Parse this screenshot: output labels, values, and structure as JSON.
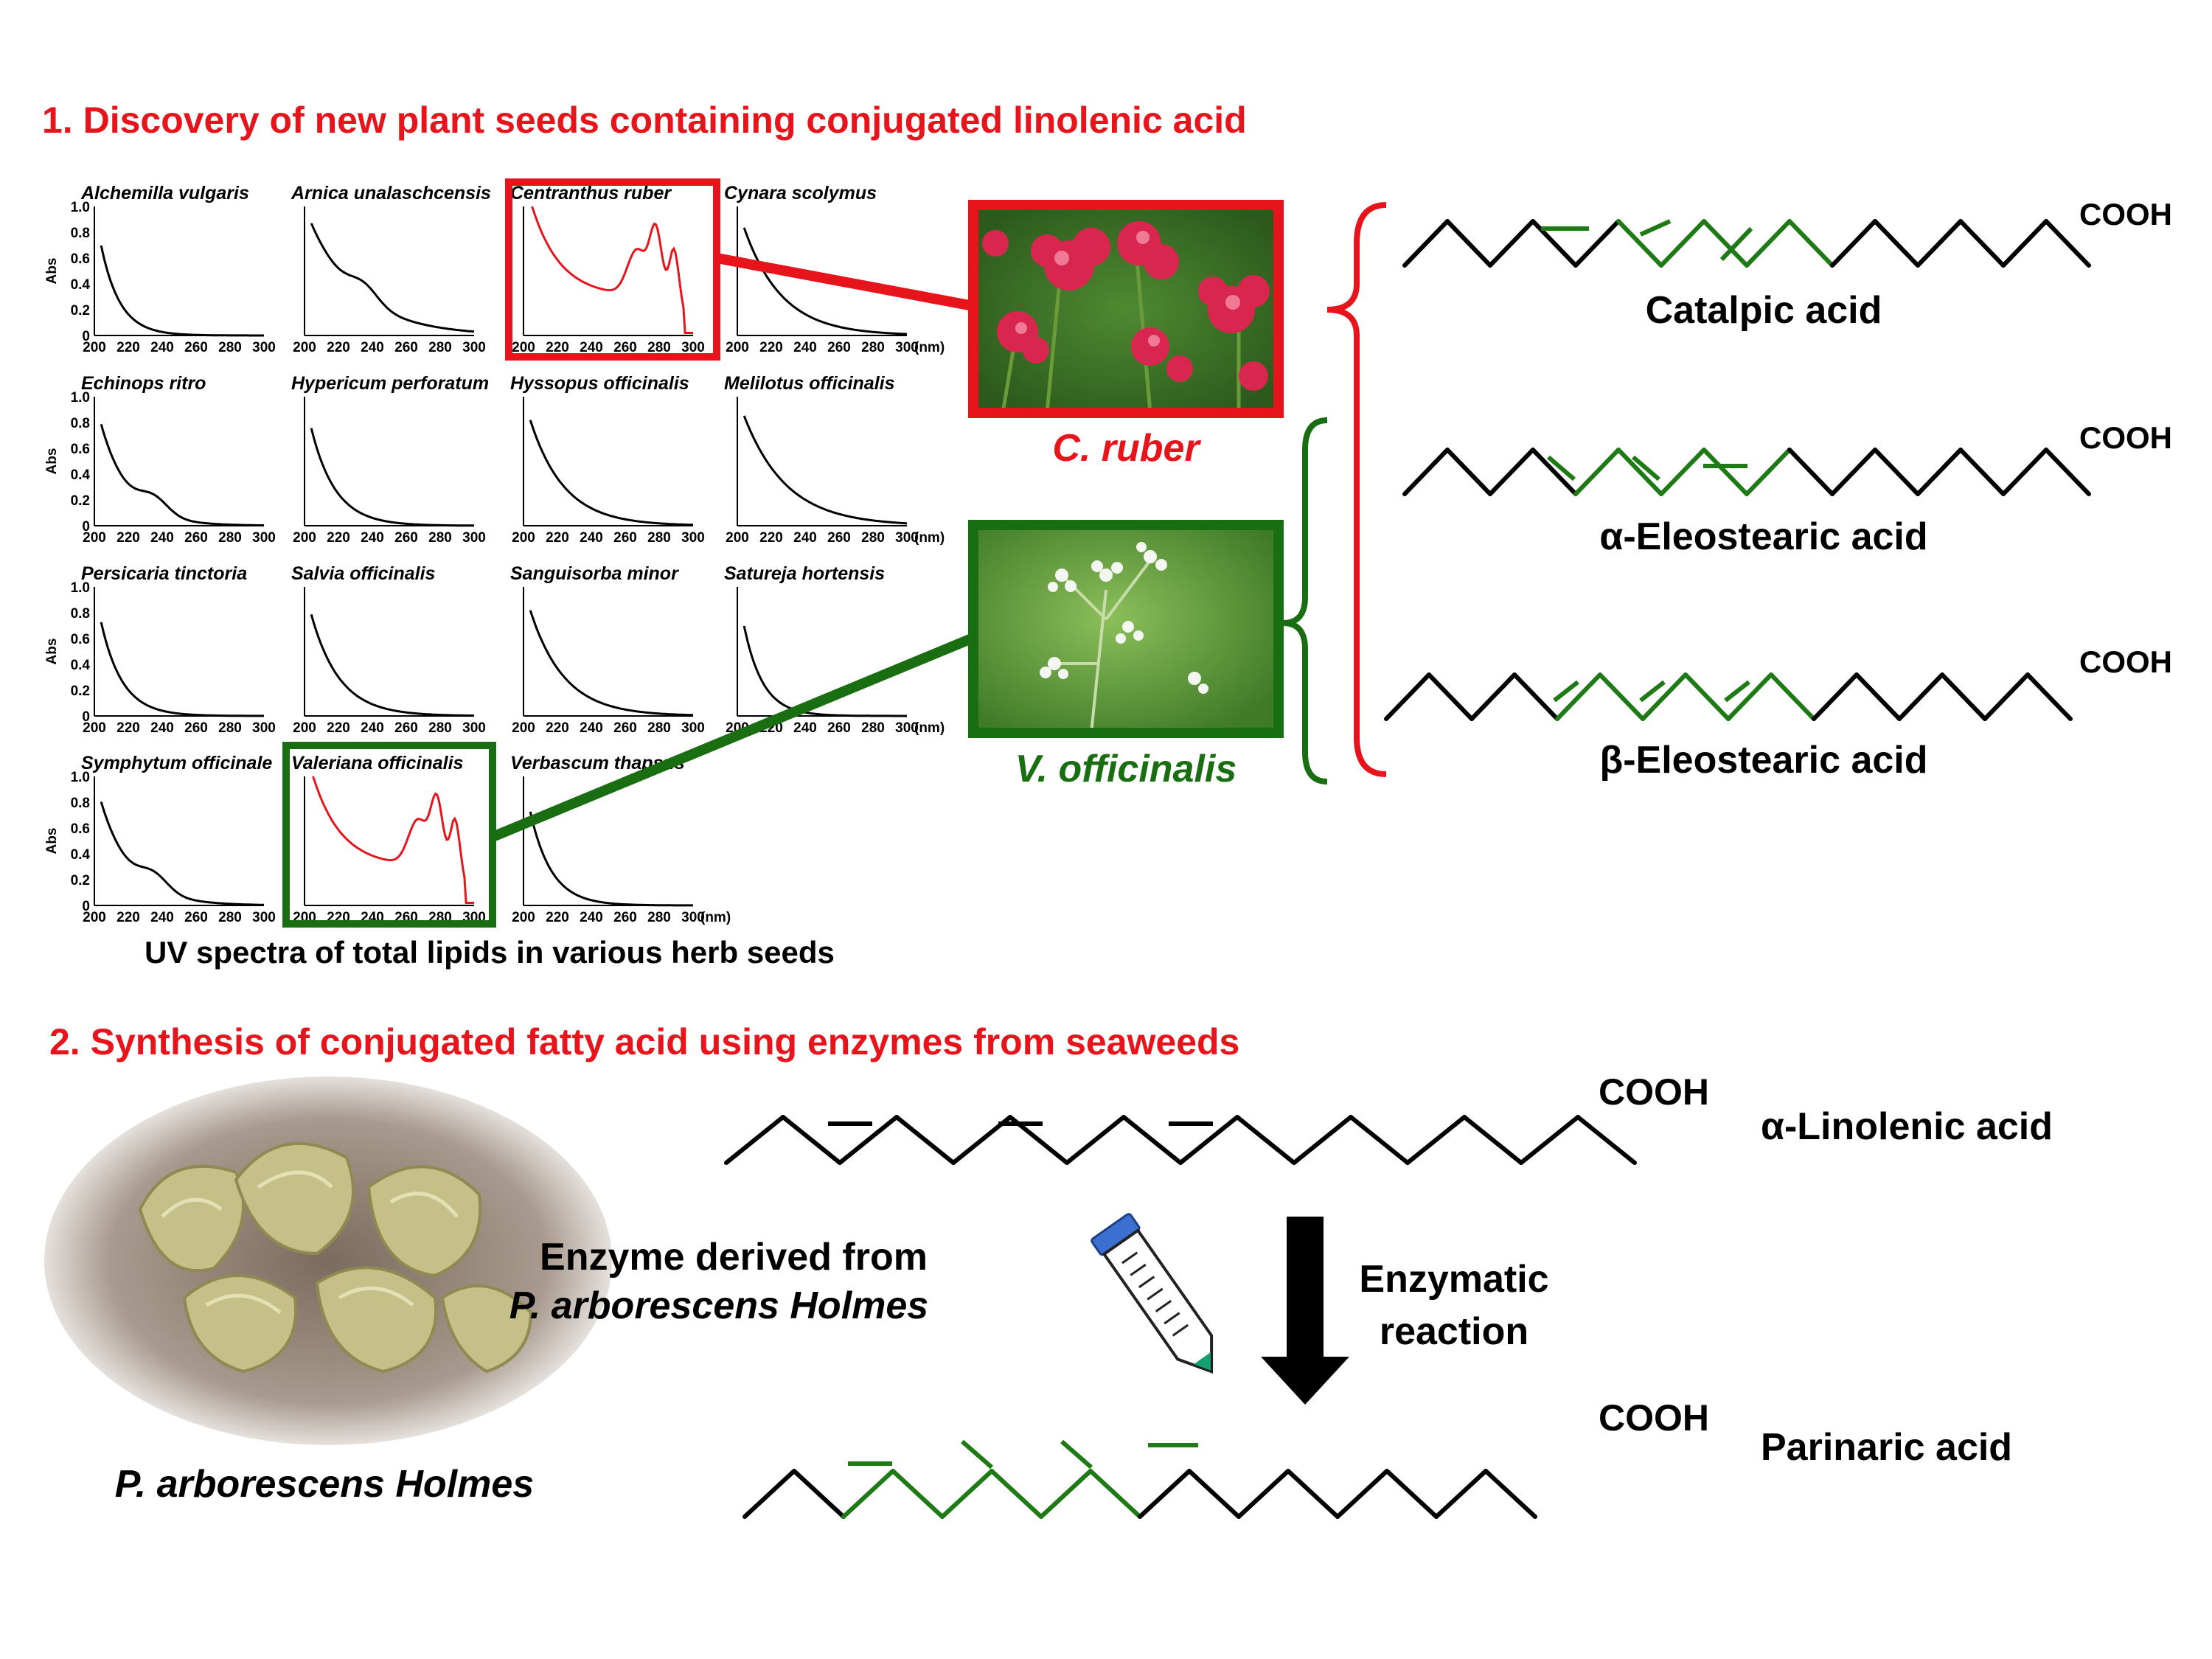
{
  "colors": {
    "red": "#e8141b",
    "green": "#1e7a14",
    "dark_green": "#1a6e12",
    "black": "#000000"
  },
  "section1": {
    "title": "1. Discovery of new plant seeds containing conjugated linolenic acid",
    "caption": "UV spectra of total lipids in various herb seeds",
    "y_label": "Abs",
    "x_ticks": [
      "200",
      "220",
      "240",
      "260",
      "280",
      "300"
    ],
    "x_unit": "(nm)",
    "y_ticks": [
      "0",
      "0.2",
      "0.4",
      "0.6",
      "0.8",
      "1.0"
    ],
    "plants": [
      "Alchemilla vulgaris",
      "Arnica unalaschcensis",
      "Centranthus ruber",
      "Cynara scolymus",
      "Echinops ritro",
      "Hypericum perforatum",
      "Hyssopus officinalis",
      "Melilotus officinalis",
      "Persicaria tinctoria",
      "Salvia officinalis",
      "Sanguisorba minor",
      "Satureja hortensis",
      "Symphytum officinale",
      "Valeriana officinalis",
      "Verbascum thapsus"
    ],
    "highlight": {
      "c_ruber": {
        "label": "C. ruber"
      },
      "v_officinalis": {
        "label": "V. officinalis"
      }
    },
    "acids": [
      {
        "name": "Catalpic acid",
        "group": "COOH"
      },
      {
        "name": "α-Eleostearic acid",
        "group": "COOH"
      },
      {
        "name": "β-Eleostearic acid",
        "group": "COOH"
      }
    ]
  },
  "section2": {
    "title": "2. Synthesis of conjugated fatty acid using enzymes from seaweeds",
    "seaweed_caption": "P. arborescens Holmes",
    "enzyme_line1": "Enzyme derived from",
    "enzyme_line2": "P. arborescens Holmes",
    "reaction_line1": "Enzymatic",
    "reaction_line2": "reaction",
    "substrate": {
      "name": "α-Linolenic acid",
      "group": "COOH"
    },
    "product": {
      "name": "Parinaric acid",
      "group": "COOH"
    }
  }
}
